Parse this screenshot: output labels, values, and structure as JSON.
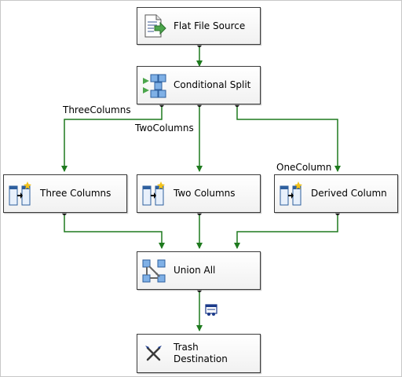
{
  "nodes": {
    "flat_file_source": {
      "label": "Flat File Source",
      "icon": "flat-file-source-icon"
    },
    "conditional_split": {
      "label": "Conditional Split",
      "icon": "conditional-split-icon"
    },
    "three_columns": {
      "label": "Three Columns",
      "icon": "derived-column-icon"
    },
    "two_columns": {
      "label": "Two Columns",
      "icon": "derived-column-icon"
    },
    "derived_column": {
      "label": "Derived Column",
      "icon": "derived-column-icon"
    },
    "union_all": {
      "label": "Union All",
      "icon": "union-all-icon"
    },
    "trash_destination": {
      "label_line1": "Trash",
      "label_line2": "Destination",
      "icon": "trash-destination-icon"
    }
  },
  "paths": {
    "three_columns": "ThreeColumns",
    "two_columns": "TwoColumns",
    "one_column": "OneColumn"
  },
  "colors": {
    "connector": "#1e7a1e",
    "border": "#3a3a3a"
  }
}
